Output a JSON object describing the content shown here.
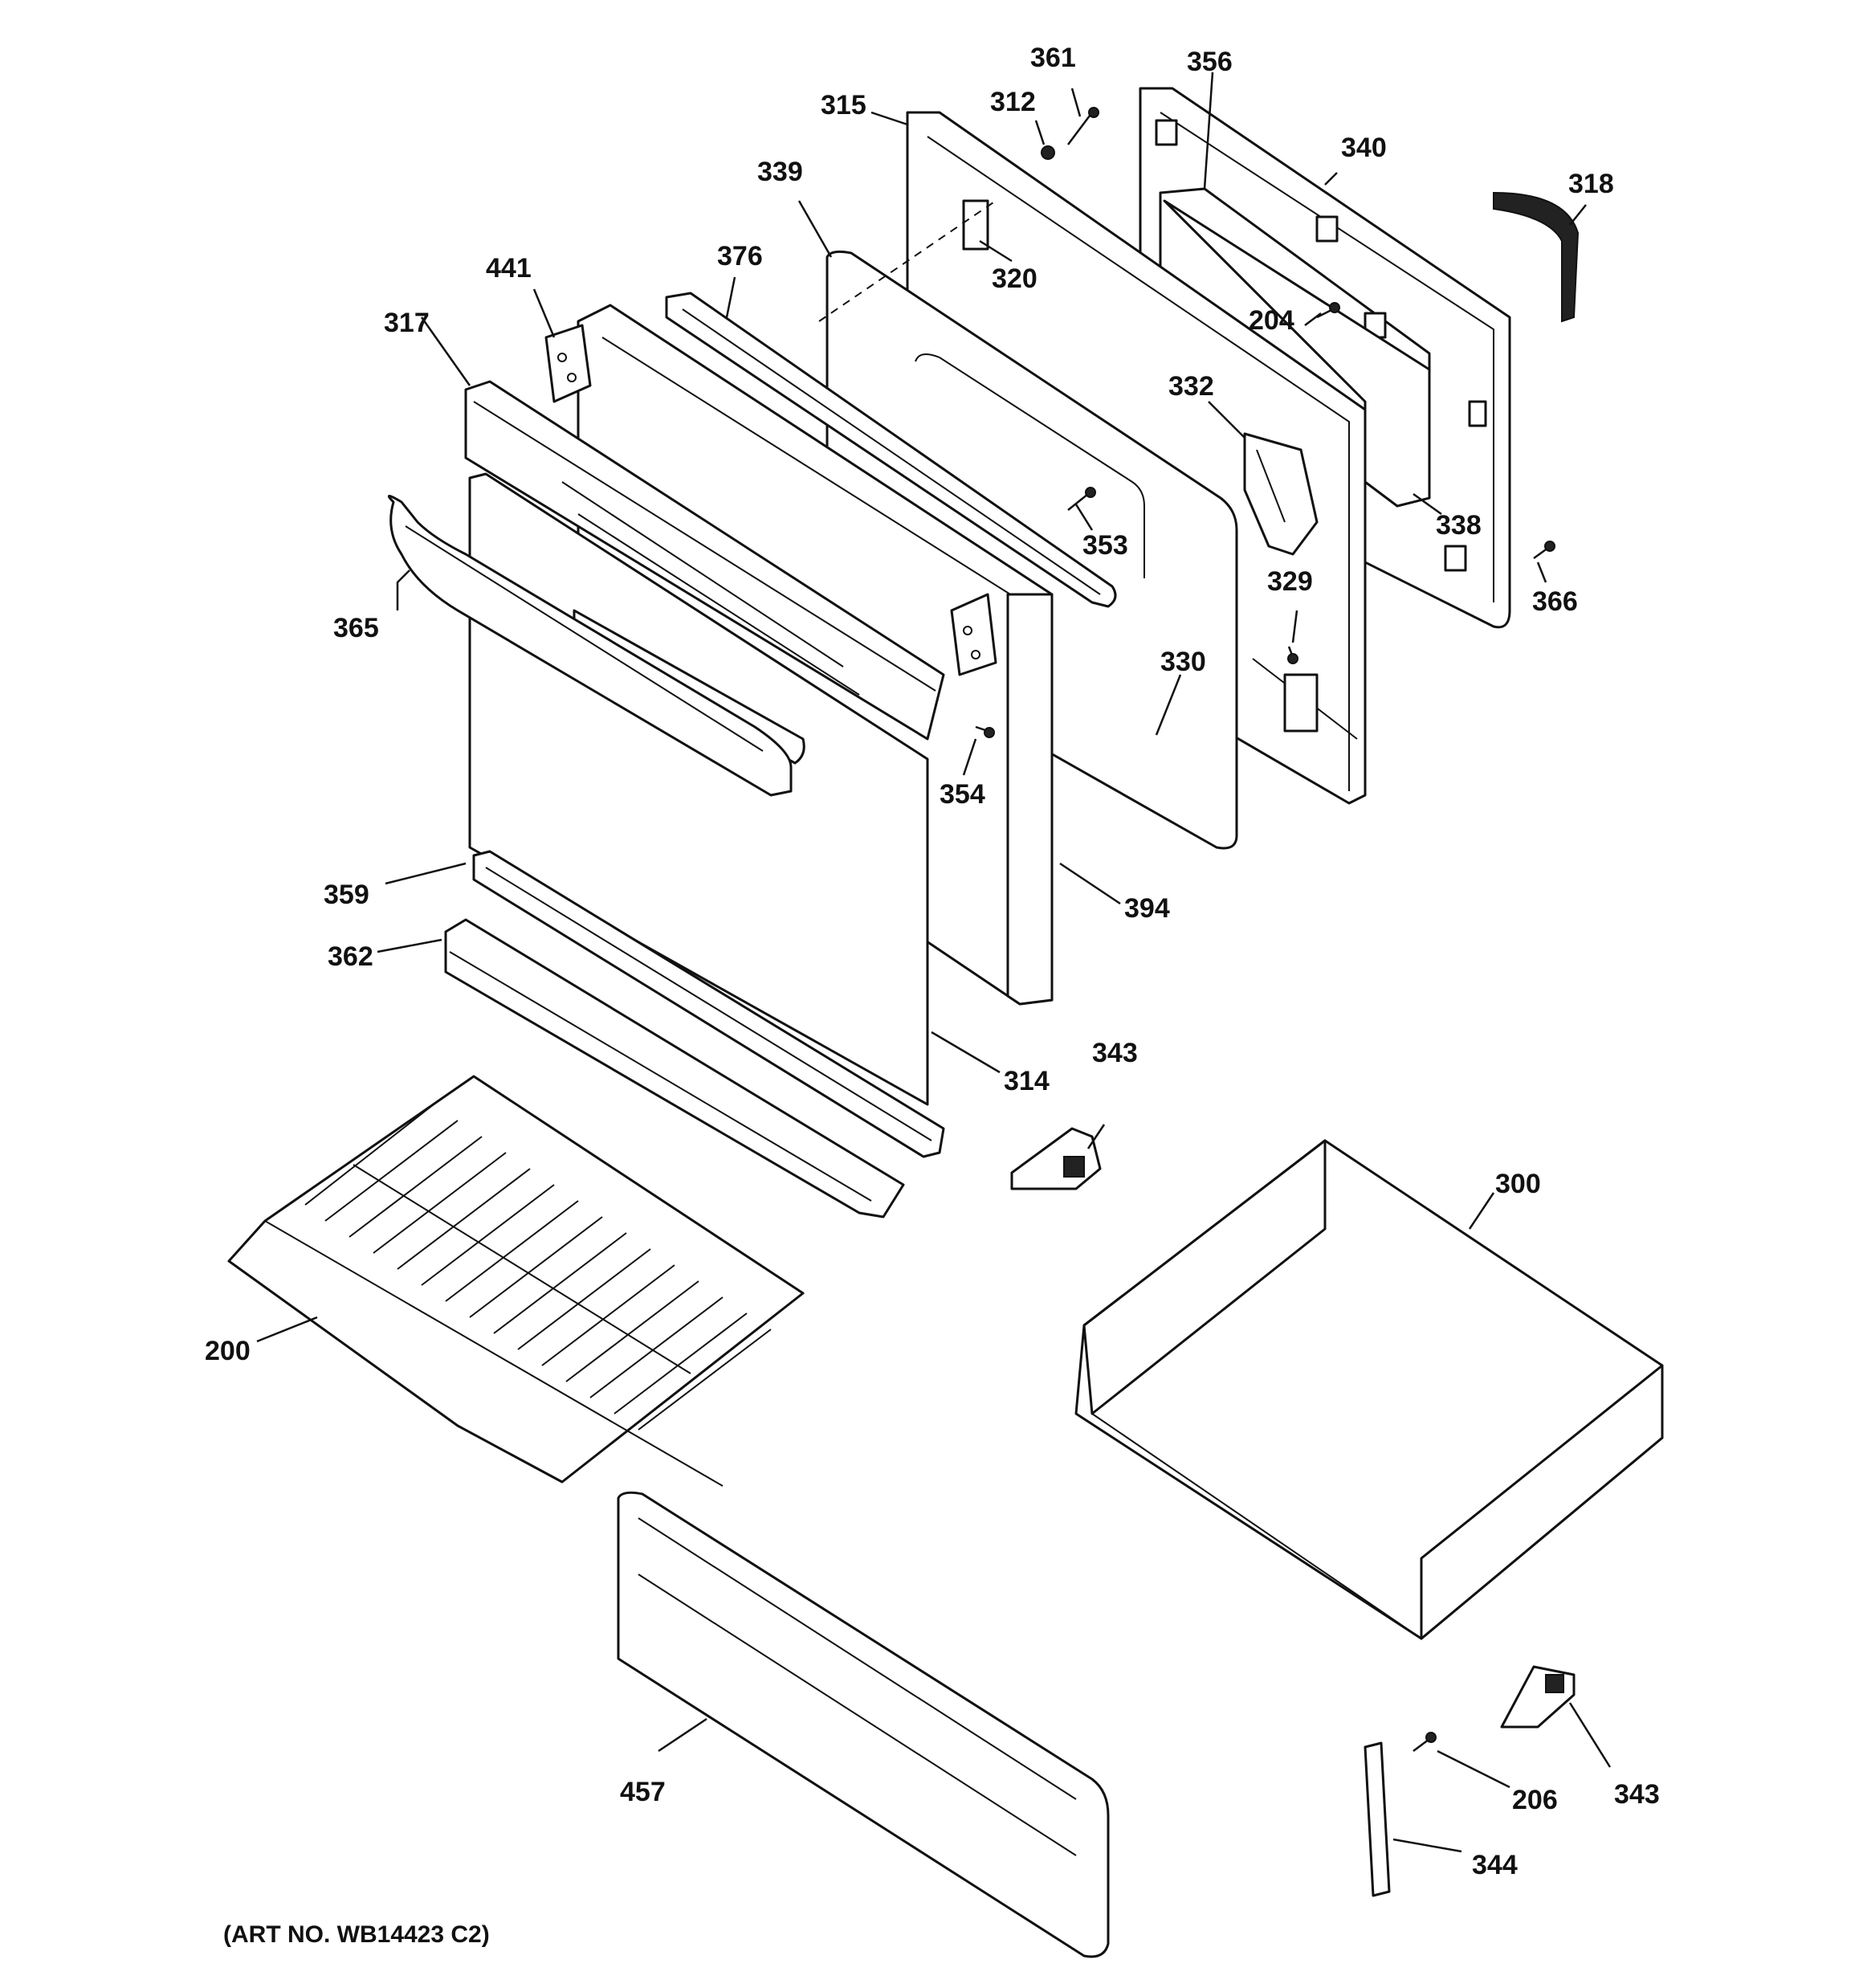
{
  "callouts": {
    "c361": "361",
    "c356": "356",
    "c315": "315",
    "c312": "312",
    "c340": "340",
    "c339": "339",
    "c318": "318",
    "c376": "376",
    "c320": "320",
    "c441": "441",
    "c204": "204",
    "c317": "317",
    "c332": "332",
    "c353": "353",
    "c338": "338",
    "c329": "329",
    "c366": "366",
    "c365": "365",
    "c330": "330",
    "c354": "354",
    "c359": "359",
    "c394": "394",
    "c362": "362",
    "c343a": "343",
    "c314": "314",
    "c300": "300",
    "c200": "200",
    "c457": "457",
    "c206": "206",
    "c343b": "343",
    "c344": "344"
  },
  "art_number": "(ART NO. WB14423 C2)"
}
